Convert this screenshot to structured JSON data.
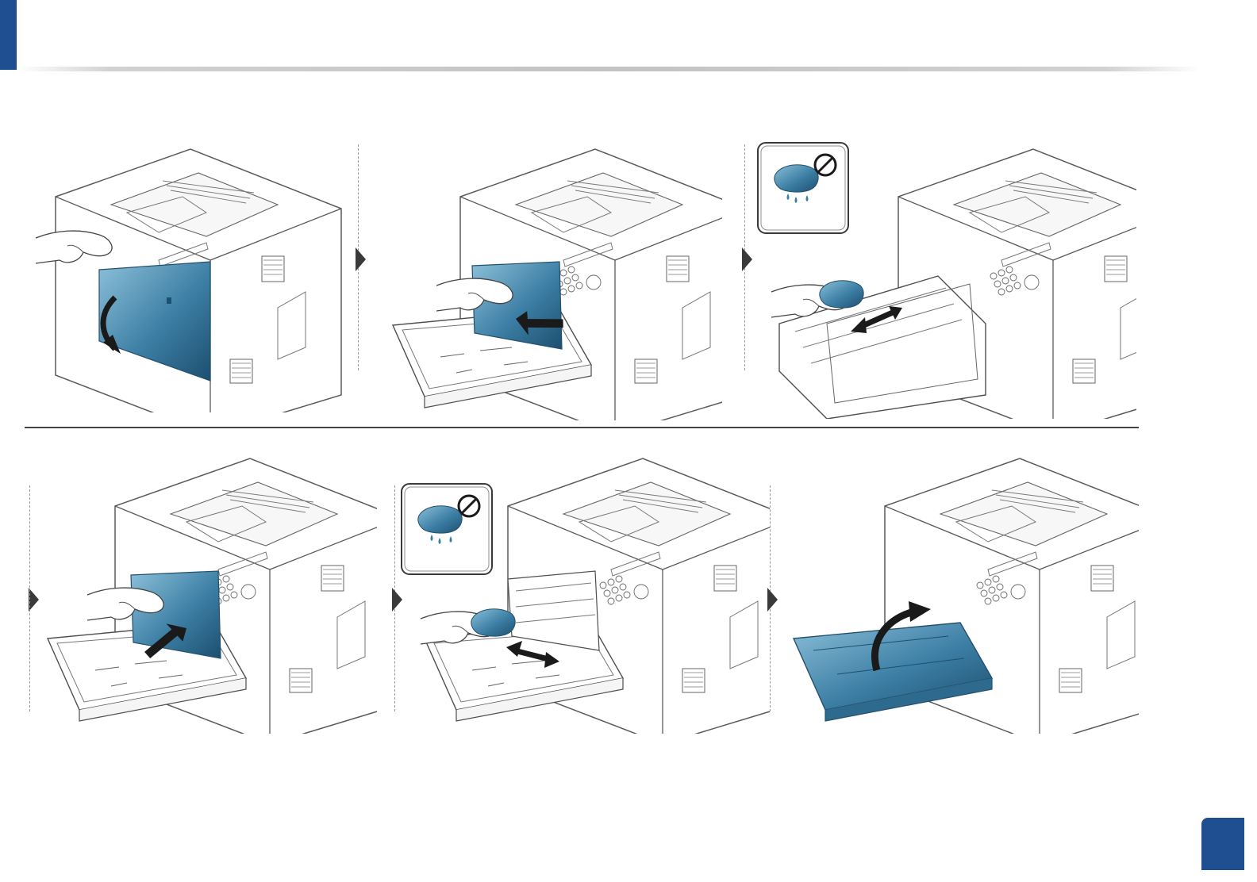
{
  "page": {
    "number": ""
  },
  "colors": {
    "accent": "#1f4e91",
    "part_blue": "#3b7ea3",
    "arrow": "#1a1a1a"
  },
  "steps": [
    {
      "icon": "open-front-cover-illustration"
    },
    {
      "icon": "remove-waste-toner-container-illustration"
    },
    {
      "icon": "clean-with-dry-cloth-illustration",
      "caution_icon": "no-wet-cloth-icon"
    },
    {
      "icon": "insert-waste-toner-container-illustration"
    },
    {
      "icon": "clean-inside-with-dry-cloth-illustration",
      "caution_icon": "no-wet-cloth-icon"
    },
    {
      "icon": "close-front-cover-illustration"
    }
  ]
}
